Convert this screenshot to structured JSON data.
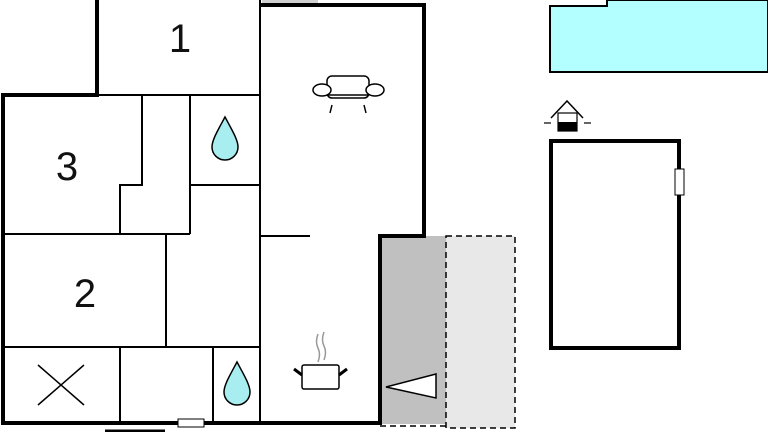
{
  "plan": {
    "rooms": [
      {
        "id": "bedroom-1",
        "label": "1"
      },
      {
        "id": "bedroom-3",
        "label": "3"
      },
      {
        "id": "bedroom-2",
        "label": "2"
      }
    ],
    "icons": [
      "sofa-icon",
      "water-drop-icon",
      "cooking-pot-icon",
      "toilet-x-icon",
      "entrance-arrow-icon",
      "house-icon",
      "pool"
    ],
    "colors": {
      "pool": "#b3ffff",
      "water": "#a8eef0",
      "terrace": "#c0c0c0",
      "open_terrace": "#e8e8e8",
      "wall": "#000000"
    }
  }
}
